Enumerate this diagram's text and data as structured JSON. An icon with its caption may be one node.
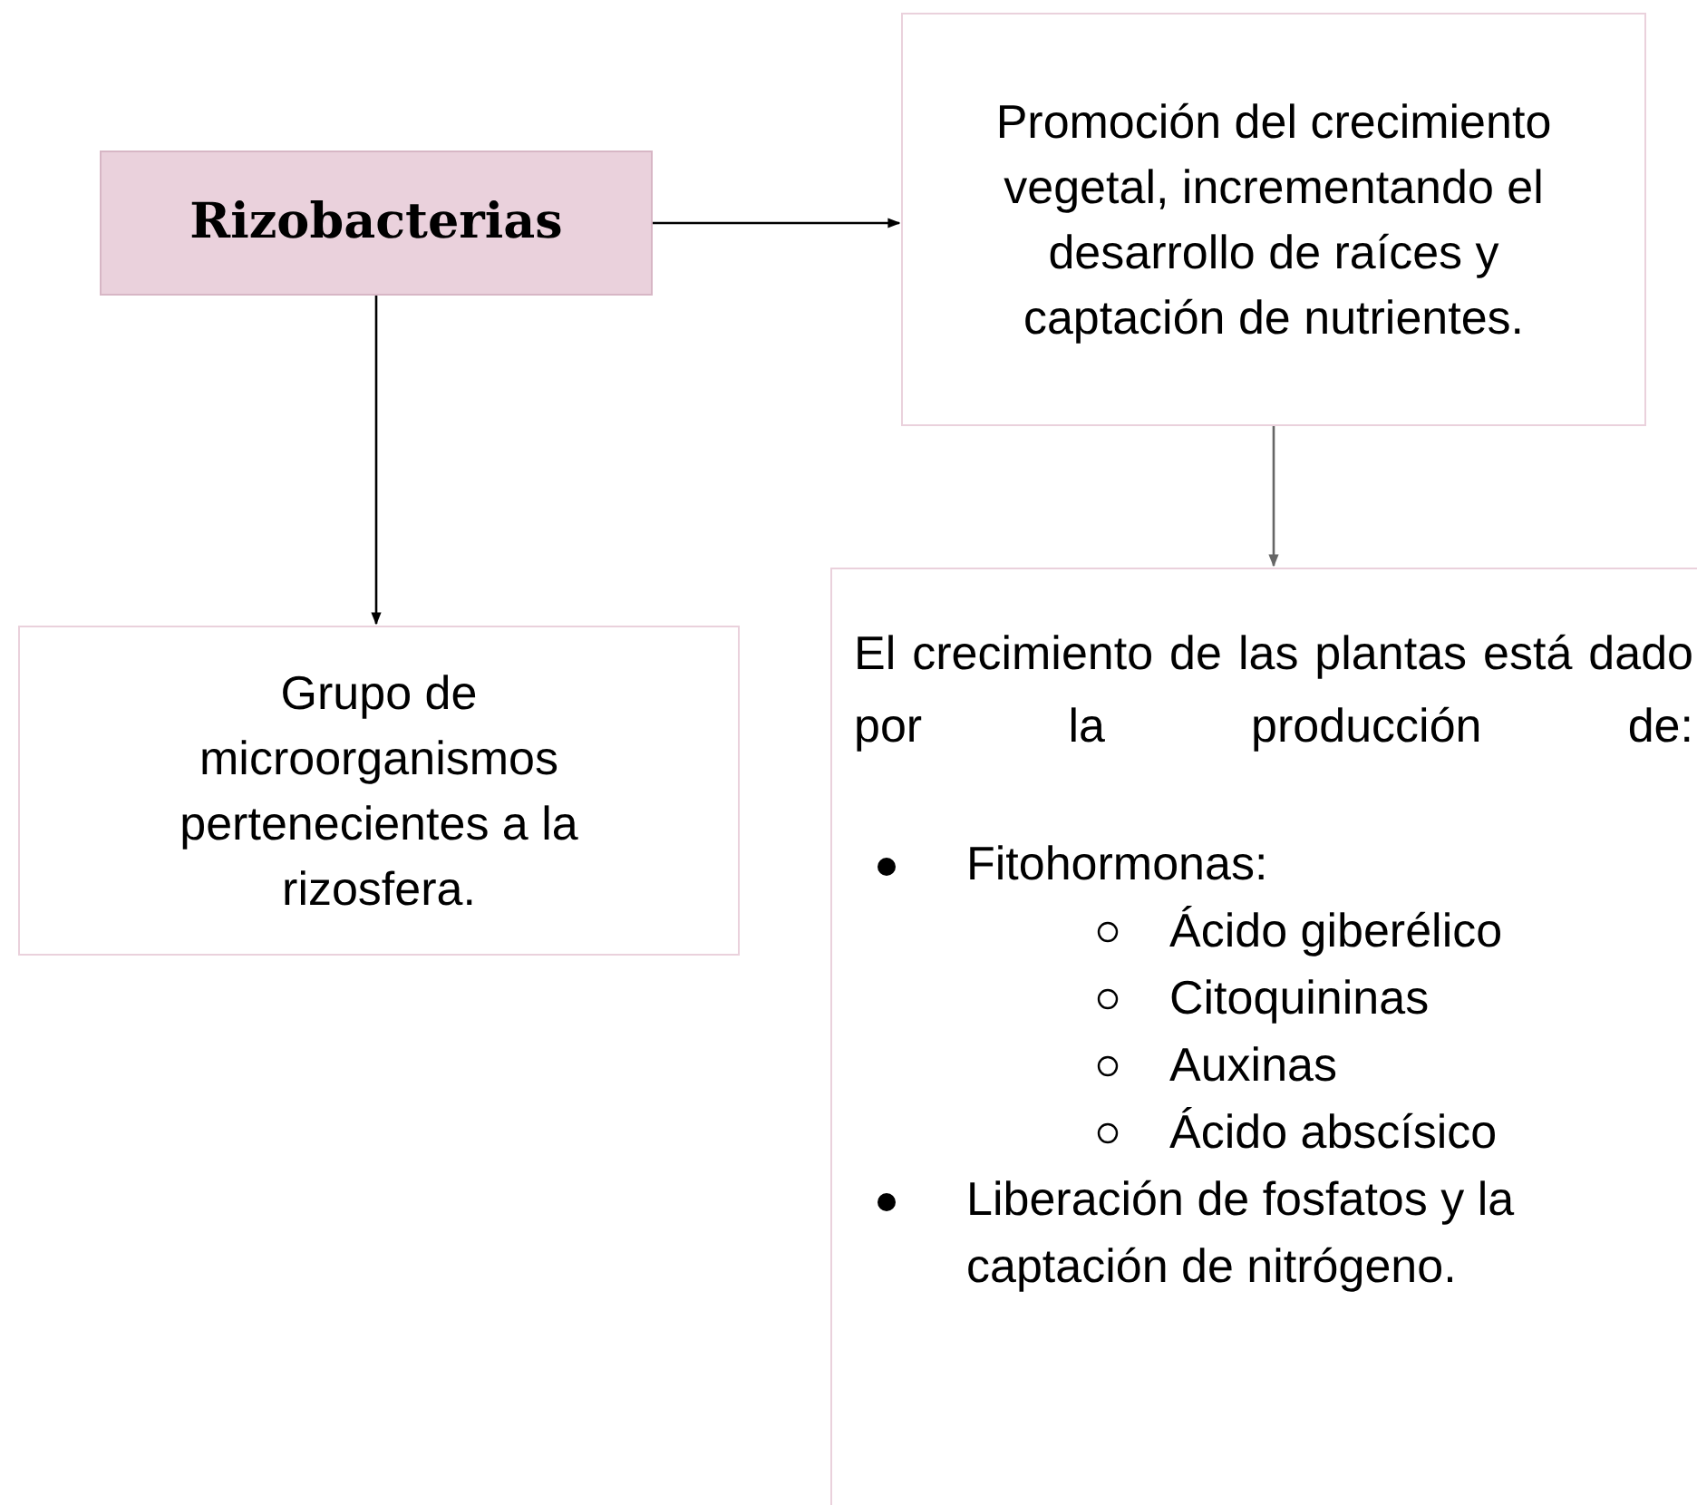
{
  "diagram": {
    "nodes": [
      {
        "text": [
          "Rizobacterias"
        ]
      },
      {
        "text": [
          "Promoción del crecimiento vegetal, incrementando el desarrollo de raíces y captación de nutrientes."
        ]
      },
      {
        "text": [
          "Grupo de microorganismos pertenecientes a la rizosfera."
        ]
      },
      {
        "text": [
          "El crecimiento de las plantas está dado por la producción de:",
          "Fitohormonas:",
          "Ácido giberélico",
          "Citoquininas",
          "Auxinas",
          "Ácido abscísico",
          "Liberación de fosfatos y la captación de nitrógeno."
        ]
      }
    ],
    "edges": [
      {
        "from": 0,
        "to": 1,
        "arrow": "to"
      },
      {
        "from": 0,
        "to": 2,
        "arrow": "to"
      },
      {
        "from": 1,
        "to": 3,
        "arrow": "to",
        "color": "#666666"
      }
    ]
  }
}
